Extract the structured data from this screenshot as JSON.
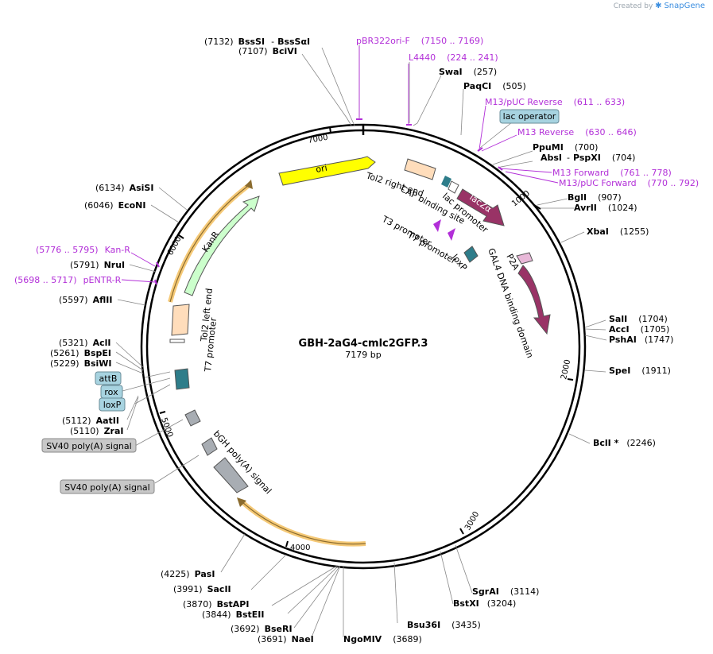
{
  "header": {
    "created_by": "Created by",
    "brand": "SnapGene"
  },
  "plasmid": {
    "name": "GBH-2aG4-cmlc2GFP.3",
    "size": "7179 bp"
  },
  "ticks": [
    "1000",
    "2000",
    "3000",
    "4000",
    "5000",
    "6000",
    "7000"
  ],
  "sites": [
    {
      "pos": "(7132)",
      "name": "BssSI",
      "extra_sep": "-",
      "extra": "BssSαI"
    },
    {
      "pos": "(7107)",
      "name": "BciVI"
    },
    {
      "pos": "(257)",
      "name": "SwaI"
    },
    {
      "pos": "(505)",
      "name": "PaqCI"
    },
    {
      "pos": "(700)",
      "name": "PpuMI"
    },
    {
      "pos": "(704)",
      "name": "AbsI",
      "extra_sep": "-",
      "extra": "PspXI"
    },
    {
      "pos": "(907)",
      "name": "BglI"
    },
    {
      "pos": "(1024)",
      "name": "AvrII"
    },
    {
      "pos": "(1255)",
      "name": "XbaI"
    },
    {
      "pos": "(1704)",
      "name": "SalI"
    },
    {
      "pos": "(1705)",
      "name": "AccI"
    },
    {
      "pos": "(1747)",
      "name": "PshAI"
    },
    {
      "pos": "(1911)",
      "name": "SpeI"
    },
    {
      "pos": "(2246)",
      "name": "BclI *"
    },
    {
      "pos": "(3114)",
      "name": "SgrAI"
    },
    {
      "pos": "(3204)",
      "name": "BstXI"
    },
    {
      "pos": "(3435)",
      "name": "Bsu36I"
    },
    {
      "pos": "(3689)",
      "name": "NgoMIV"
    },
    {
      "pos": "(3691)",
      "name": "NaeI"
    },
    {
      "pos": "(3692)",
      "name": "BseRI"
    },
    {
      "pos": "(3844)",
      "name": "BstEII"
    },
    {
      "pos": "(3870)",
      "name": "BstAPI"
    },
    {
      "pos": "(3991)",
      "name": "SacII"
    },
    {
      "pos": "(4225)",
      "name": "PasI"
    },
    {
      "pos": "(5110)",
      "name": "ZraI"
    },
    {
      "pos": "(5112)",
      "name": "AatII"
    },
    {
      "pos": "(5229)",
      "name": "BsiWI"
    },
    {
      "pos": "(5261)",
      "name": "BspEI"
    },
    {
      "pos": "(5321)",
      "name": "AclI"
    },
    {
      "pos": "(5597)",
      "name": "AflII"
    },
    {
      "pos": "(5791)",
      "name": "NruI"
    },
    {
      "pos": "(6046)",
      "name": "EcoNI"
    },
    {
      "pos": "(6134)",
      "name": "AsiSI"
    }
  ],
  "primers": [
    {
      "name": "pBR322ori-F",
      "range": "(7150 .. 7169)"
    },
    {
      "name": "L4440",
      "range": "(224 .. 241)"
    },
    {
      "name": "M13/pUC Reverse",
      "range": "(611 .. 633)"
    },
    {
      "name": "M13 Reverse",
      "range": "(630 .. 646)"
    },
    {
      "name": "M13 Forward",
      "range": "(761 .. 778)"
    },
    {
      "name": "M13/pUC Forward",
      "range": "(770 .. 792)"
    },
    {
      "name": "Kan-R",
      "range": "(5776 .. 5795)"
    },
    {
      "name": "pENTR-R",
      "range": "(5698 .. 5717)"
    }
  ],
  "boxed_labels": [
    {
      "text": "lac operator",
      "style": "blue"
    },
    {
      "text": "attB",
      "style": "blue"
    },
    {
      "text": "rox",
      "style": "blue"
    },
    {
      "text": "loxP",
      "style": "blue"
    },
    {
      "text": "SV40 poly(A) signal",
      "style": "gray"
    },
    {
      "text": "SV40 poly(A) signal",
      "style": "gray"
    }
  ],
  "features": [
    {
      "name": "ori"
    },
    {
      "name": "KanR"
    },
    {
      "name": "lacZα"
    },
    {
      "name": "Tol2 right end"
    },
    {
      "name": "CAP binding site"
    },
    {
      "name": "lac promoter"
    },
    {
      "name": "T3 promoter"
    },
    {
      "name": "T7 promoter"
    },
    {
      "name": "loxP"
    },
    {
      "name": "P2A"
    },
    {
      "name": "GAL4 DNA binding domain"
    },
    {
      "name": "Tol2 left end"
    },
    {
      "name": "T7 promoter"
    },
    {
      "name": "bGH poly(A) signal"
    }
  ],
  "colors": {
    "primer": "#b22fd8",
    "ori": "#ffff00",
    "kanr": "#ccffcc",
    "lacz": "#993366",
    "gal4": "#993366",
    "tol2": "#ffddbb",
    "polyA": "#a8adb3",
    "teal": "#2e7d8a",
    "orf_highlight": "#f5c977"
  }
}
